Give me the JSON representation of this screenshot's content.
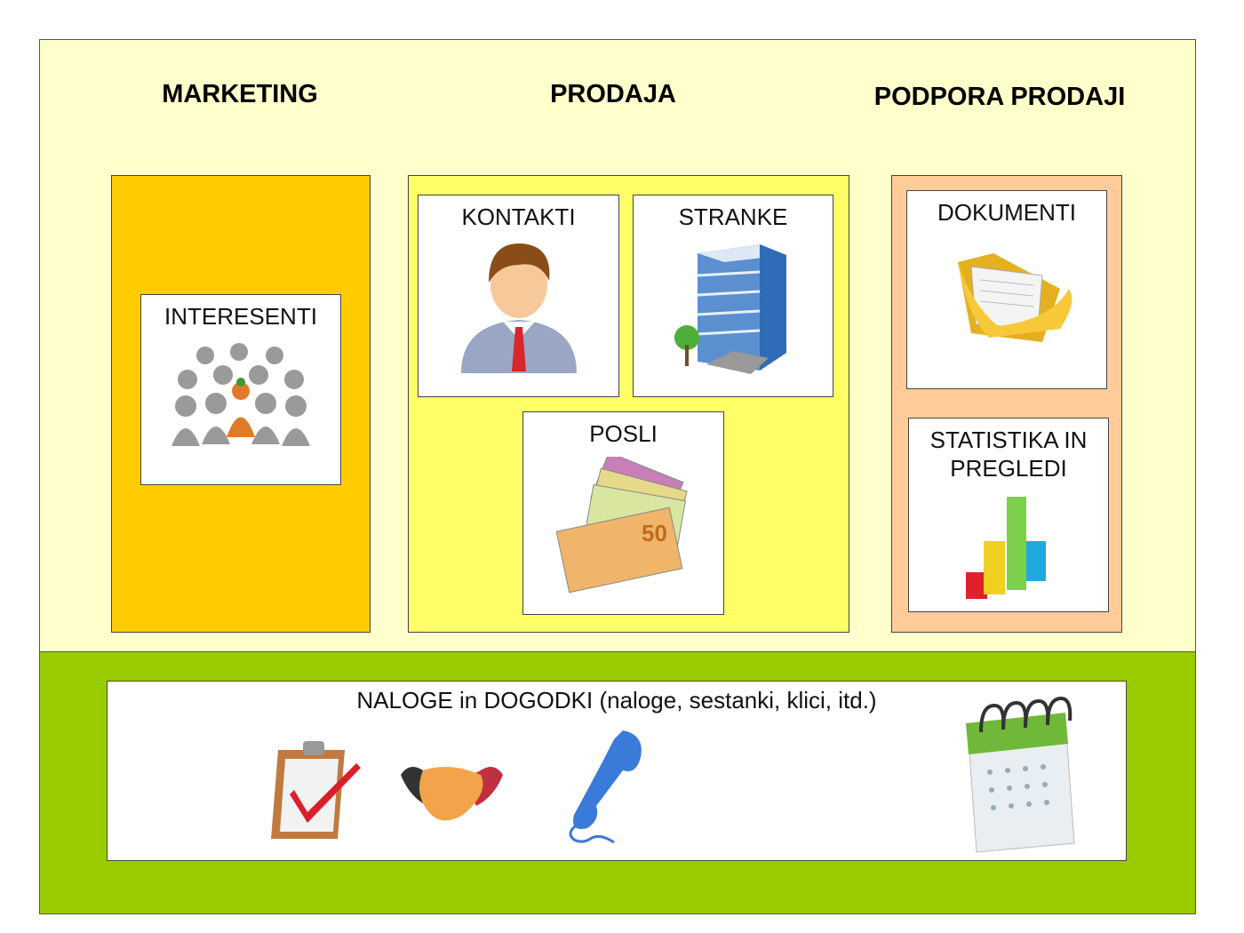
{
  "headers": {
    "marketing": "MARKETING",
    "prodaja": "PRODAJA",
    "podpora": "PODPORA PRODAJI"
  },
  "cards": {
    "interesenti": "INTERESENTI",
    "kontakti": "KONTAKTI",
    "stranke": "STRANKE",
    "posli": "POSLI",
    "dokumenti": "DOKUMENTI",
    "statistika": "STATISTIKA IN PREGLEDI"
  },
  "bottom": {
    "title": "NALOGE in DOGODKI (naloge, sestanki, klici, itd.)"
  },
  "colors": {
    "background": "#FFFFCC",
    "marketing": "#FFCC00",
    "prodaja": "#FFFF66",
    "podpora": "#FFCC99",
    "bottom": "#99CC00"
  }
}
